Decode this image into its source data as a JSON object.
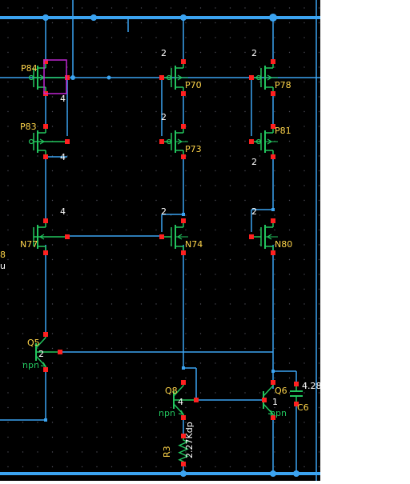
{
  "schematic": {
    "colors": {
      "background": "#000000",
      "wire": "#3ba3f0",
      "device": "#22c55e",
      "pin": "#ff2020",
      "label": "#ffd54a",
      "param": "#ffffff",
      "selection": "#c026d3",
      "grid": "#4a4a55",
      "right_margin": "#ffffff"
    },
    "instances": {
      "P84": "P84",
      "P83": "P83",
      "P70": "P70",
      "P78": "P78",
      "P73": "P73",
      "P81": "P81",
      "N77": "N77",
      "N74": "N74",
      "N80": "N80",
      "Q5": "Q5",
      "Q8": "Q8",
      "Q6": "Q6",
      "C6": "C6",
      "R3": "R3"
    },
    "device_models": {
      "Q5": "npn",
      "Q8": "npn",
      "Q6": "npn"
    },
    "parameters": {
      "P84_m": "4",
      "P83_m": "4",
      "P70_m": "2",
      "P78_m": "2",
      "P73_m": "2",
      "P81_m": "2",
      "N77_m": "4",
      "N74_m": "2",
      "N80_m": "2",
      "Q5_m": "2",
      "Q8_m": "4",
      "Q6_m": "1",
      "C6_value": "4.28",
      "R3_value": "2.27Kdp"
    },
    "edge_fragments": {
      "left_label": "8",
      "left_sub": "u"
    }
  }
}
